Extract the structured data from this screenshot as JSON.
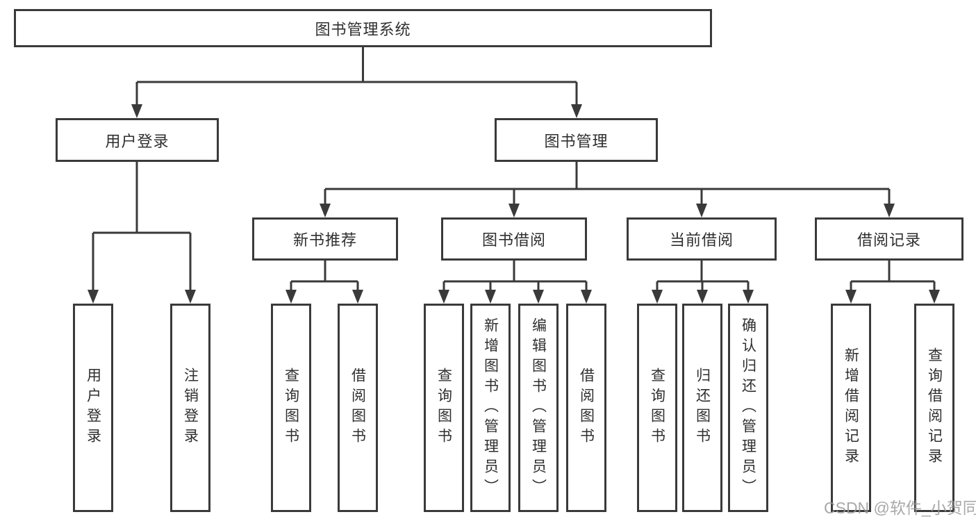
{
  "diagram": {
    "root": {
      "label": "图书管理系统"
    },
    "level2": [
      {
        "label": "用户登录"
      },
      {
        "label": "图书管理"
      }
    ],
    "level3": [
      {
        "label": "新书推荐"
      },
      {
        "label": "图书借阅"
      },
      {
        "label": "当前借阅"
      },
      {
        "label": "借阅记录"
      }
    ],
    "leaves": [
      {
        "label": "用户登录"
      },
      {
        "label": "注销登录"
      },
      {
        "label": "查询图书"
      },
      {
        "label": "借阅图书"
      },
      {
        "label": "查询图书"
      },
      {
        "label": "新增图书（管理员）"
      },
      {
        "label": "编辑图书（管理员）"
      },
      {
        "label": "借阅图书"
      },
      {
        "label": "查询图书"
      },
      {
        "label": "归还图书"
      },
      {
        "label": "确认归还（管理员）"
      },
      {
        "label": "新增借阅记录"
      },
      {
        "label": "查询借阅记录"
      }
    ]
  },
  "watermark": {
    "text": "CSDN @软件_小贺同学"
  },
  "colors": {
    "line": "#3a3a3a",
    "text": "#2f2f2f",
    "watermark": "#999999",
    "background": "#ffffff"
  }
}
